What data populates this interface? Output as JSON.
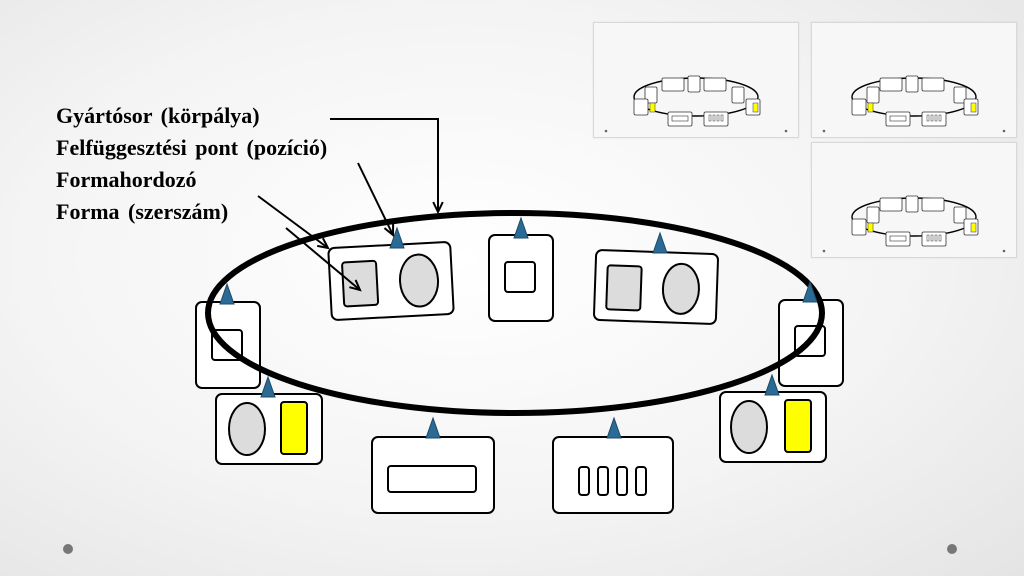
{
  "legend": {
    "items": [
      "Gyártósor (körpálya)",
      "Felfüggesztési pont (pozíció)",
      "Formahordozó",
      "Forma (szerszám)"
    ]
  },
  "colors": {
    "track": "#000000",
    "hanger": "#2b6a94",
    "mold_grey": "#dcdcdc",
    "mold_yellow": "#ffff00",
    "background": "#f2f2f2",
    "nav_dot": "#777777"
  },
  "thumbnails": [
    {
      "name": "slide-preview-1"
    },
    {
      "name": "slide-preview-2"
    },
    {
      "name": "slide-preview-3"
    }
  ]
}
